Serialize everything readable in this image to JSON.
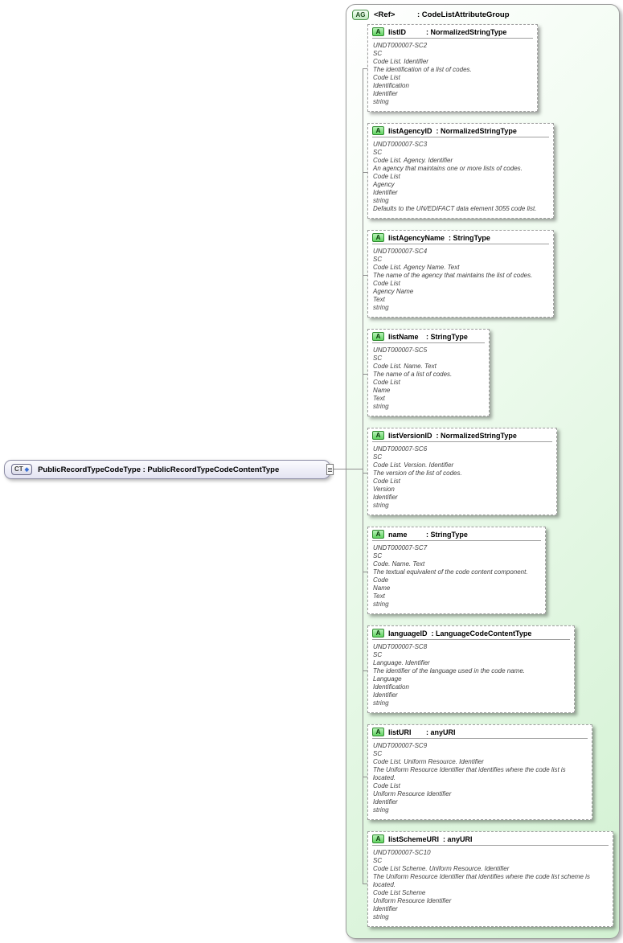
{
  "colors": {
    "group_gradient_start": "#ffffff",
    "group_gradient_end": "#d2f1d2",
    "badge_green": "#63d463",
    "box_border": "#9f9f9f",
    "element_fill": "#e3e3f2",
    "line_gray": "#8f8f8f"
  },
  "icons": {
    "ct_badge": "CT",
    "ct_diamond": "◆",
    "ag_badge": "AG",
    "attribute_badge": "A"
  },
  "element": {
    "label": "PublicRecordTypeCodeType : PublicRecordTypeCodeContentType"
  },
  "group": {
    "name": "<Ref>",
    "type": ": CodeListAttributeGroup",
    "attributes": [
      {
        "name": "listID",
        "type": ": NormalizedStringType",
        "annotations": [
          "UNDT000007-SC2",
          "SC",
          "Code List. Identifier",
          "The identification of a list of codes.",
          "Code List",
          "Identification",
          "Identifier",
          "string"
        ]
      },
      {
        "name": "listAgencyID",
        "type": ": NormalizedStringType",
        "annotations": [
          "UNDT000007-SC3",
          "SC",
          "Code List. Agency. Identifier",
          "An agency that maintains one or more lists of codes.",
          "Code List",
          "Agency",
          "Identifier",
          "string",
          "Defaults to the UN/EDIFACT data element 3055 code list."
        ]
      },
      {
        "name": "listAgencyName",
        "type": ": StringType",
        "annotations": [
          "UNDT000007-SC4",
          "SC",
          "Code List. Agency Name. Text",
          "The name of the agency that maintains the list of codes.",
          "Code List",
          "Agency Name",
          "Text",
          "string"
        ]
      },
      {
        "name": "listName",
        "type": ": StringType",
        "annotations": [
          "UNDT000007-SC5",
          "SC",
          "Code List. Name. Text",
          "The name of a list of codes.",
          "Code List",
          "Name",
          "Text",
          "string"
        ]
      },
      {
        "name": "listVersionID",
        "type": ": NormalizedStringType",
        "annotations": [
          "UNDT000007-SC6",
          "SC",
          "Code List. Version. Identifier",
          "The version of the list of codes.",
          "Code List",
          "Version",
          "Identifier",
          "string"
        ]
      },
      {
        "name": "name",
        "type": ": StringType",
        "annotations": [
          "UNDT000007-SC7",
          "SC",
          "Code. Name. Text",
          "The textual equivalent of the code content component.",
          "Code",
          "Name",
          "Text",
          "string"
        ]
      },
      {
        "name": "languageID",
        "type": ": LanguageCodeContentType",
        "annotations": [
          "UNDT000007-SC8",
          "SC",
          "Language. Identifier",
          "The identifier of the language used in the code name.",
          "Language",
          "Identification",
          "Identifier",
          "string"
        ]
      },
      {
        "name": "listURI",
        "type": ": anyURI",
        "annotations": [
          "UNDT000007-SC9",
          "SC",
          "Code List. Uniform Resource. Identifier",
          "The Uniform Resource Identifier that identifies where the code list is located.",
          "Code List",
          "Uniform Resource Identifier",
          "Identifier",
          "string"
        ]
      },
      {
        "name": "listSchemeURI",
        "type": ": anyURI",
        "annotations": [
          "UNDT000007-SC10",
          "SC",
          "Code List Scheme. Uniform Resource. Identifier",
          "The Uniform Resource Identifier that identifies where the code list scheme is located.",
          "Code List Scheme",
          "Uniform Resource Identifier",
          "Identifier",
          "string"
        ]
      }
    ]
  }
}
